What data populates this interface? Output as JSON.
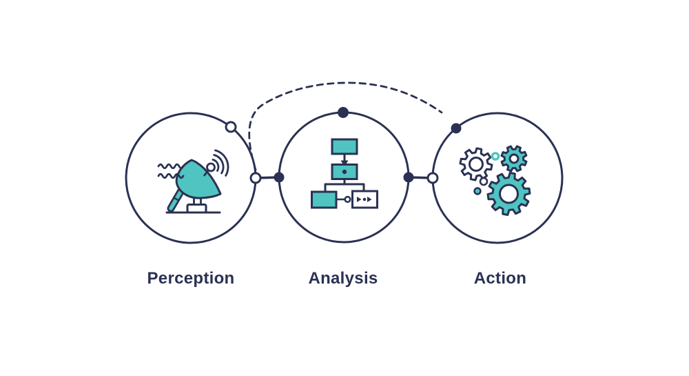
{
  "palette": {
    "navy": "#2A3153",
    "teal": "#4FC4C1",
    "background": "#FFFFFF"
  },
  "diagram": {
    "stages": [
      {
        "label": "Perception",
        "icon": "satellite-dish-icon"
      },
      {
        "label": "Analysis",
        "icon": "flowchart-icon"
      },
      {
        "label": "Action",
        "icon": "gears-icon"
      }
    ]
  }
}
